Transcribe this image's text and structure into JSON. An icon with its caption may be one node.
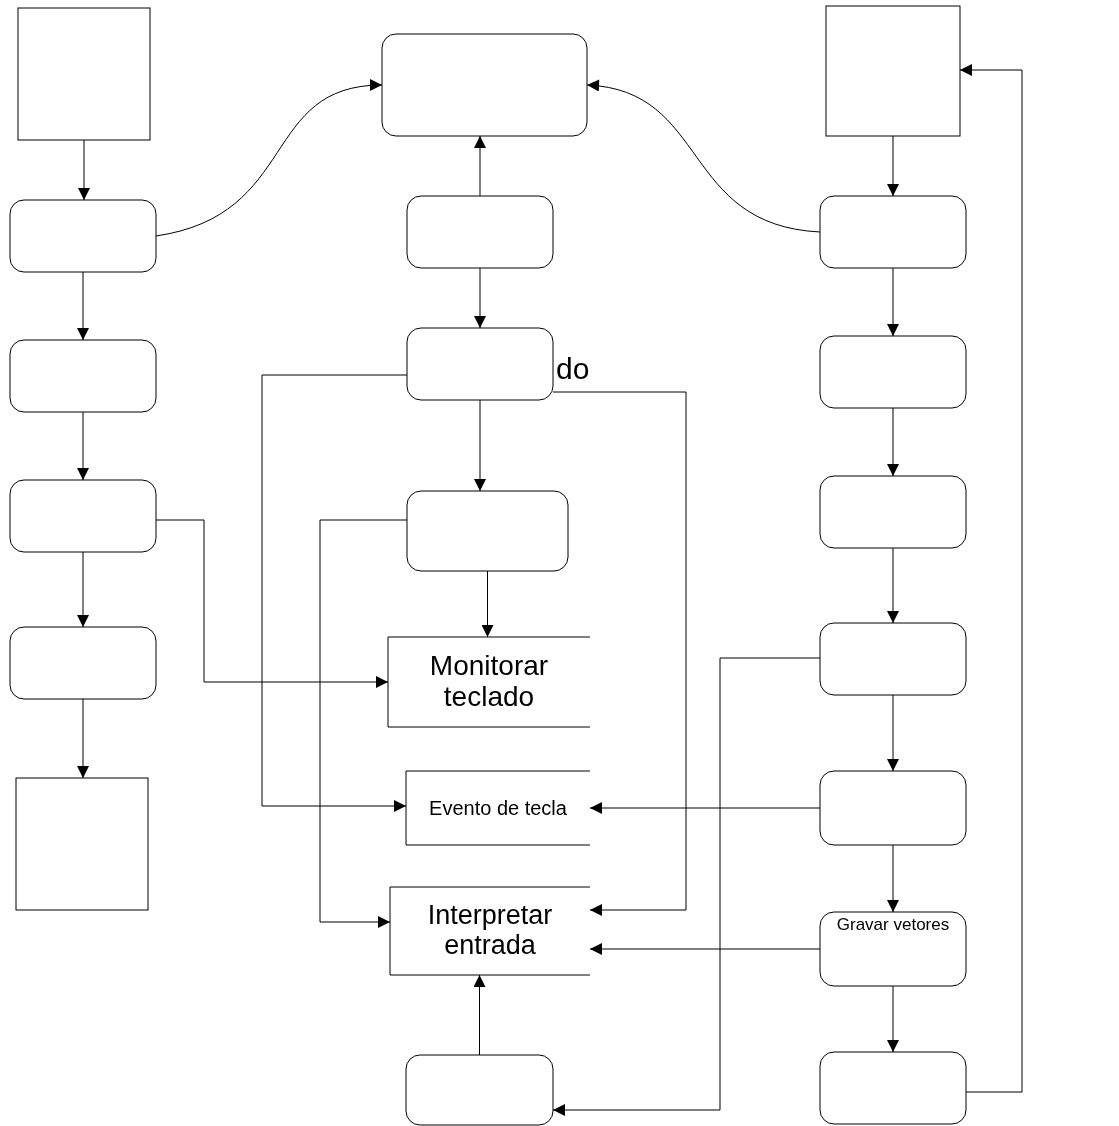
{
  "diagram": {
    "nodes": [
      {
        "text": [],
        "shape": "box"
      },
      {
        "text": [],
        "shape": "box"
      },
      {
        "text": [],
        "shape": "box"
      },
      {
        "text": [],
        "shape": "box"
      },
      {
        "text": [],
        "shape": "box"
      },
      {
        "text": [],
        "shape": "box"
      },
      {
        "text": [],
        "shape": "box"
      },
      {
        "text": [],
        "shape": "box"
      },
      {
        "text": [],
        "shape": "box"
      },
      {
        "text": [],
        "shape": "box"
      },
      {
        "text": [
          "Monitorar teclado"
        ]
      },
      {
        "text": [
          "Evento de tecla"
        ]
      },
      {
        "text": [
          "Interpretar entrada"
        ]
      },
      {
        "text": [],
        "shape": "box"
      },
      {
        "text": [],
        "shape": "box"
      },
      {
        "text": [],
        "shape": "box"
      },
      {
        "text": [],
        "shape": "box"
      },
      {
        "text": [],
        "shape": "box"
      },
      {
        "text": [],
        "shape": "box"
      },
      {
        "text": [],
        "shape": "box"
      },
      {
        "text": [
          "Gravar vetores"
        ]
      },
      {
        "text": [],
        "shape": "box"
      }
    ],
    "edges": [
      {
        "from": 0,
        "to": 1,
        "arrow": "to"
      },
      {
        "from": 1,
        "to": 2,
        "arrow": "to"
      },
      {
        "from": 2,
        "to": 3,
        "arrow": "to"
      },
      {
        "from": 3,
        "to": 4,
        "arrow": "to"
      },
      {
        "from": 4,
        "to": 5,
        "arrow": "to"
      },
      {
        "from": 1,
        "to": 6,
        "arrow": "to"
      },
      {
        "from": 15,
        "to": 6,
        "arrow": "to"
      },
      {
        "from": 7,
        "to": 6,
        "arrow": "to"
      },
      {
        "from": 7,
        "to": 8,
        "arrow": "to"
      },
      {
        "from": 8,
        "to": 9,
        "arrow": "to"
      },
      {
        "from": 9,
        "to": 10,
        "arrow": "to"
      },
      {
        "from": 3,
        "to": 10,
        "arrow": "to"
      },
      {
        "from": 8,
        "to": 11,
        "arrow": "to"
      },
      {
        "from": 9,
        "to": 12,
        "arrow": "to"
      },
      {
        "from": 8,
        "to": 12,
        "arrow": "to"
      },
      {
        "from": 14,
        "to": 15,
        "arrow": "to"
      },
      {
        "from": 15,
        "to": 16,
        "arrow": "to"
      },
      {
        "from": 16,
        "to": 17,
        "arrow": "to"
      },
      {
        "from": 17,
        "to": 18,
        "arrow": "to"
      },
      {
        "from": 18,
        "to": 19,
        "arrow": "to"
      },
      {
        "from": 19,
        "to": 20,
        "arrow": "to"
      },
      {
        "from": 20,
        "to": 21,
        "arrow": "to"
      },
      {
        "from": 18,
        "to": 13,
        "arrow": "to"
      },
      {
        "from": 19,
        "to": 11,
        "arrow": "to"
      },
      {
        "from": 20,
        "to": 12,
        "arrow": "to"
      },
      {
        "from": 21,
        "to": 14,
        "arrow": "to"
      },
      {
        "from": 13,
        "to": 12,
        "arrow": "to"
      }
    ],
    "labels": [
      "do"
    ]
  }
}
